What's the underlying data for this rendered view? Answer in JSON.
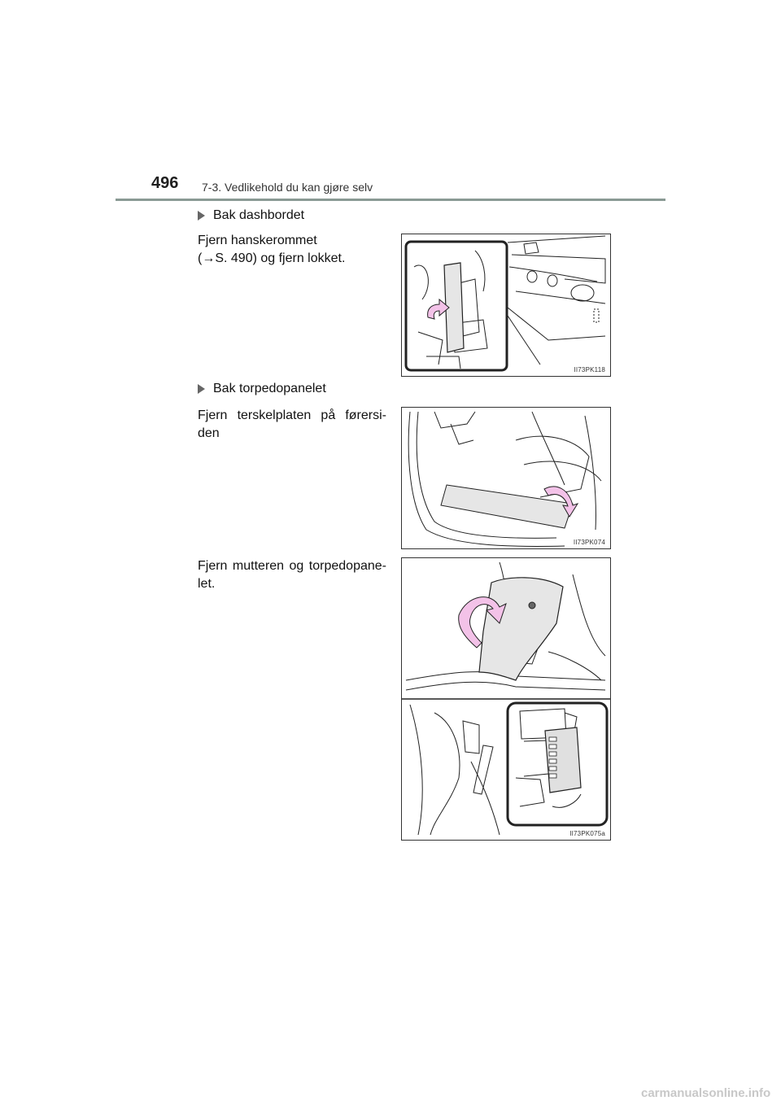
{
  "header": {
    "page_number": "496",
    "section_title": "7-3. Vedlikehold du kan gjøre selv"
  },
  "sections": [
    {
      "heading": "Bak dashbordet",
      "text_line1": "Fjern hanskerommet",
      "text_line2": "(→S. 490) og fjern lokket.",
      "figure_code": "II73PK118"
    },
    {
      "heading": "Bak torpedopanelet",
      "text": "Fjern terskelplaten på førersi-den",
      "figure_code": "II73PK074"
    },
    {
      "text": "Fjern mutteren og torpedopane-let.",
      "figure_code": "II73PK075a"
    }
  ],
  "icons": {
    "bullet": "triangle-right-icon",
    "arrow": "curved-arrow-icon"
  },
  "colors": {
    "arrow_fill": "#f3c2e8",
    "rule": "#8a9a94",
    "panel_fill": "#e9e9e9"
  },
  "watermark": "carmanualsonline.info"
}
